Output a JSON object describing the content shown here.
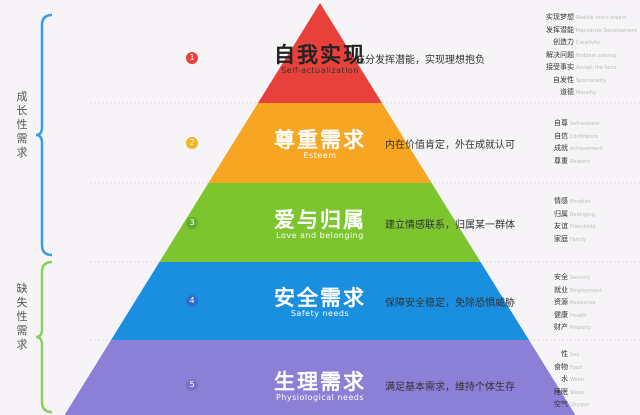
{
  "brackets": [
    {
      "label": "成长性需求",
      "color": "#3a9be6"
    },
    {
      "label": "缺失性需求",
      "color": "#8bd05a"
    }
  ],
  "levels": [
    {
      "num": "1",
      "title": "自我实现",
      "en": "Self-actualization",
      "desc": "充分发挥潜能，实现理想抱负",
      "color": "#e8413c",
      "dot": "#e8413c",
      "keywords": [
        [
          "实现梦想",
          "Realize one's dream"
        ],
        [
          "发挥潜能",
          "Popularize Development"
        ],
        [
          "创造力",
          "Creativity"
        ],
        [
          "解决问题",
          "Problem solving"
        ],
        [
          "接受事实",
          "Accept the facts"
        ],
        [
          "自发性",
          "Spontaneity"
        ],
        [
          "道德",
          "Morality"
        ]
      ]
    },
    {
      "num": "2",
      "title": "尊重需求",
      "en": "Esteem",
      "desc": "内在价值肯定，外在成就认可",
      "color": "#f6a623",
      "dot": "#f4b320",
      "keywords": [
        [
          "自尊",
          "Self-esteem"
        ],
        [
          "自信",
          "Confidence"
        ],
        [
          "成就",
          "Achievement"
        ],
        [
          "尊重",
          "Respect"
        ]
      ]
    },
    {
      "num": "3",
      "title": "爱与归属",
      "en": "Love and belonging",
      "desc": "建立情感联系，归属某一群体",
      "color": "#7cc52f",
      "dot": "#5fae2c",
      "keywords": [
        [
          "情感",
          "Emotion"
        ],
        [
          "归属",
          "Belonging"
        ],
        [
          "友谊",
          "Friendship"
        ],
        [
          "家庭",
          "Family"
        ]
      ]
    },
    {
      "num": "4",
      "title": "安全需求",
      "en": "Safety needs",
      "desc": "保障安全稳定，免除恐惧威胁",
      "color": "#1a8fe0",
      "dot": "#2a6fd0",
      "keywords": [
        [
          "安全",
          "Security"
        ],
        [
          "就业",
          "Employment"
        ],
        [
          "资源",
          "Resources"
        ],
        [
          "健康",
          "Health"
        ],
        [
          "财产",
          "Property"
        ]
      ]
    },
    {
      "num": "5",
      "title": "生理需求",
      "en": "Physiological needs",
      "desc": "满足基本需求，维持个体生存",
      "color": "#8b7fd6",
      "dot": "#7a70c8",
      "keywords": [
        [
          "性",
          "Sex"
        ],
        [
          "食物",
          "Food"
        ],
        [
          "水",
          "Water"
        ],
        [
          "睡眠",
          "Sleep"
        ],
        [
          "空气",
          "Oxygen"
        ]
      ]
    }
  ]
}
